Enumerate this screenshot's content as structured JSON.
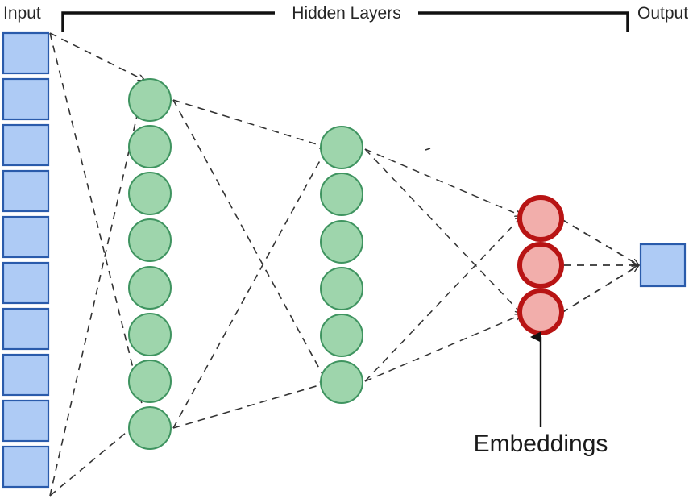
{
  "diagram": {
    "type": "neural-network-architecture",
    "title_labels": {
      "input": "Input",
      "hidden": "Hidden Layers",
      "output": "Output",
      "embeddings": "Embeddings"
    },
    "colors": {
      "input_fill": "#aecbf5",
      "input_stroke": "#2a5bab",
      "hidden_fill": "#9ed5ac",
      "hidden_stroke": "#3f9460",
      "embedding_fill": "#f2aeab",
      "embedding_stroke": "#b81414",
      "output_fill": "#aecbf5",
      "output_stroke": "#2a5bab",
      "connection": "#333333",
      "bracket": "#111111",
      "text": "#262626"
    },
    "layers": [
      {
        "name": "input-layer",
        "label": "Input",
        "shape": "square",
        "node_count": 10,
        "fill": "#aecbf5",
        "stroke": "#2a5bab"
      },
      {
        "name": "hidden-layer-1",
        "label": "Hidden Layers",
        "shape": "circle",
        "node_count": 8,
        "fill": "#9ed5ac",
        "stroke": "#3f9460"
      },
      {
        "name": "hidden-layer-2",
        "label": "Hidden Layers",
        "shape": "circle",
        "node_count": 6,
        "fill": "#9ed5ac",
        "stroke": "#3f9460"
      },
      {
        "name": "embedding-layer",
        "label": "Embeddings",
        "shape": "circle",
        "node_count": 3,
        "fill": "#f2aeab",
        "stroke": "#b81414"
      },
      {
        "name": "output-layer",
        "label": "Output",
        "shape": "square",
        "node_count": 1,
        "fill": "#aecbf5",
        "stroke": "#2a5bab"
      }
    ],
    "connection_style": "dashed-with-arrowheads",
    "annotation": {
      "text": "Embeddings",
      "points_to": "embedding-layer",
      "arrow": "up"
    }
  }
}
